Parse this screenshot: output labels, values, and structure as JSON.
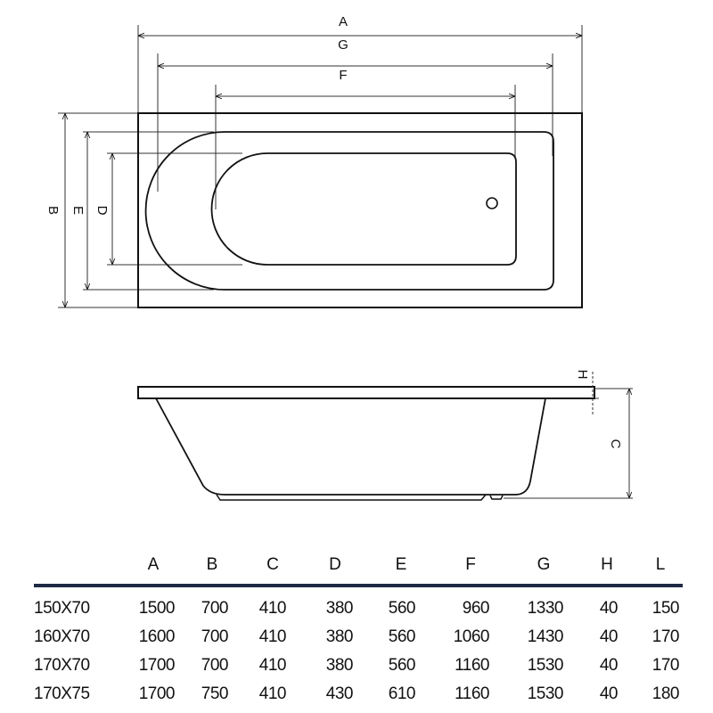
{
  "colors": {
    "line": "#111111",
    "table_rule": "#1f2a44"
  },
  "top_view": {
    "dimension_labels": {
      "A": "A",
      "G": "G",
      "F": "F",
      "B": "B",
      "E": "E",
      "D": "D"
    }
  },
  "side_view": {
    "dimension_labels": {
      "H": "H",
      "C": "C"
    }
  },
  "table": {
    "headers": [
      "A",
      "B",
      "C",
      "D",
      "E",
      "F",
      "G",
      "H",
      "L"
    ],
    "rows": [
      {
        "model": "150X70",
        "values": [
          "1500",
          "700",
          "410",
          "380",
          "560",
          "960",
          "1330",
          "40",
          "150"
        ]
      },
      {
        "model": "160X70",
        "values": [
          "1600",
          "700",
          "410",
          "380",
          "560",
          "1060",
          "1430",
          "40",
          "170"
        ]
      },
      {
        "model": "170X70",
        "values": [
          "1700",
          "700",
          "410",
          "380",
          "560",
          "1160",
          "1530",
          "40",
          "170"
        ]
      },
      {
        "model": "170X75",
        "values": [
          "1700",
          "750",
          "410",
          "430",
          "610",
          "1160",
          "1530",
          "40",
          "180"
        ]
      }
    ]
  }
}
